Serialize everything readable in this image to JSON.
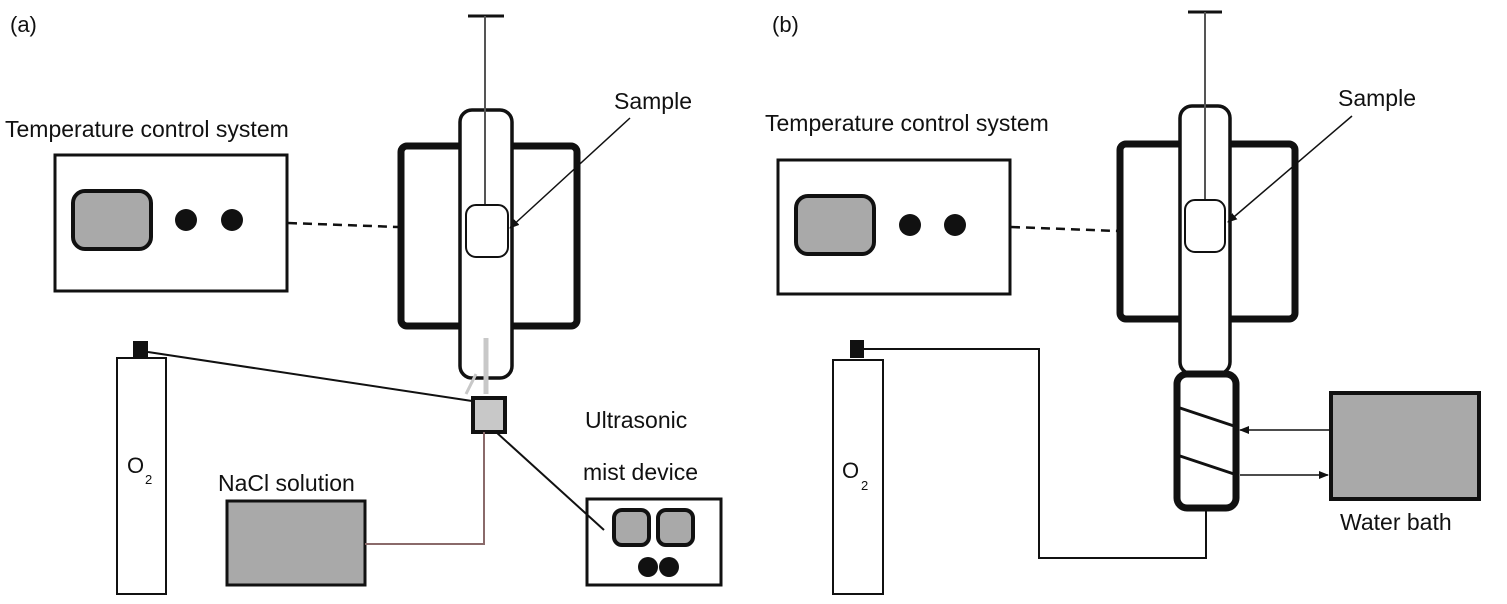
{
  "panels": [
    {
      "panel_label": "(a)",
      "labels": {
        "temperature": "Temperature control system",
        "sample": "Sample",
        "nacl": "NaCl solution",
        "ultrasonic_line1": "Ultrasonic",
        "ultrasonic_line2": "mist device",
        "o2_main": "O",
        "o2_sub": "2"
      }
    },
    {
      "panel_label": "(b)",
      "labels": {
        "temperature": "Temperature control system",
        "sample": "Sample",
        "water_bath": "Water bath",
        "o2_main": "O",
        "o2_sub": "2"
      }
    }
  ],
  "colors": {
    "line": "#111111",
    "gray_fill": "#a9a9a9",
    "reddish_line": "#8a6a6a",
    "light_tube": "#c8c8c8"
  }
}
